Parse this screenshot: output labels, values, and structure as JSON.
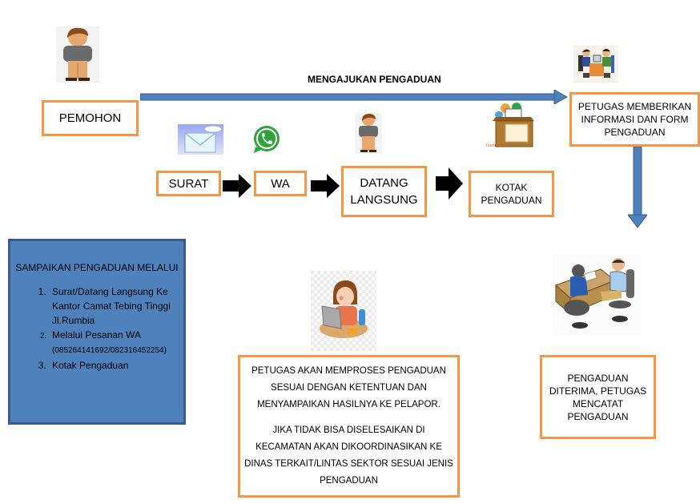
{
  "flow": {
    "header_label": "MENGAJUKAN PENGADUAN",
    "applicant": {
      "label": "PEMOHON",
      "icon": "person-icon"
    },
    "officer_info": {
      "label": "PETUGAS MEMBERIKAN INFORMASI DAN FORM PENGADUAN",
      "lines": [
        "PETUGAS MEMBERIKAN",
        "INFORMASI DAN FORM",
        "PENGADUAN"
      ],
      "icon": "officers-desk-icon"
    },
    "channels": [
      {
        "label": "SURAT",
        "icon": "envelope-icon"
      },
      {
        "label": "WA",
        "icon": "whatsapp-icon"
      },
      {
        "label": "DATANG LANGSUNG",
        "lines": [
          "DATANG",
          "LANGSUNG"
        ],
        "icon": "person-icon"
      },
      {
        "label": "KOTAK PENGADUAN",
        "lines": [
          "KOTAK",
          "PENGADUAN"
        ],
        "icon": "complaint-box-icon"
      }
    ],
    "received": {
      "lines": [
        "PENGADUAN",
        "DITERIMA, PETUGAS",
        "MENCATAT",
        "PENGADUAN"
      ],
      "icon": "meeting-icon"
    },
    "process": {
      "paragraph1": [
        "PETUGAS AKAN MEMPROSES PENGADUAN",
        "SESUAI DENGAN KETENTUAN DAN",
        "MENYAMPAIKAN HASILNYA KE PELAPOR."
      ],
      "paragraph2": [
        "JIKA TIDAK BISA DISELESAIKAN DI",
        "KECAMATAN AKAN DIKOORDINASIKAN KE",
        "DINAS TERKAIT/LINTAS SEKTOR SESUAI JENIS",
        "PENGADUAN"
      ],
      "icon": "officer-laptop-icon"
    }
  },
  "info_panel": {
    "title": "SAMPAIKAN PENGADUAN MELALUI",
    "items": [
      {
        "text": "Surat/Datang Langsung Ke Kantor Camat Tebing Tinggi Jl.Rumbia"
      },
      {
        "text": "Melalui Pesanan WA",
        "detail": "(085264141692/082316452254)"
      },
      {
        "text": "Kotak Pengaduan"
      }
    ]
  },
  "colors": {
    "box_border": "#f79646",
    "arrow_blue": "#4f81bd",
    "arrow_blue_dark": "#385d8a",
    "panel_fill": "#4f81bd",
    "panel_border": "#385d8a"
  }
}
